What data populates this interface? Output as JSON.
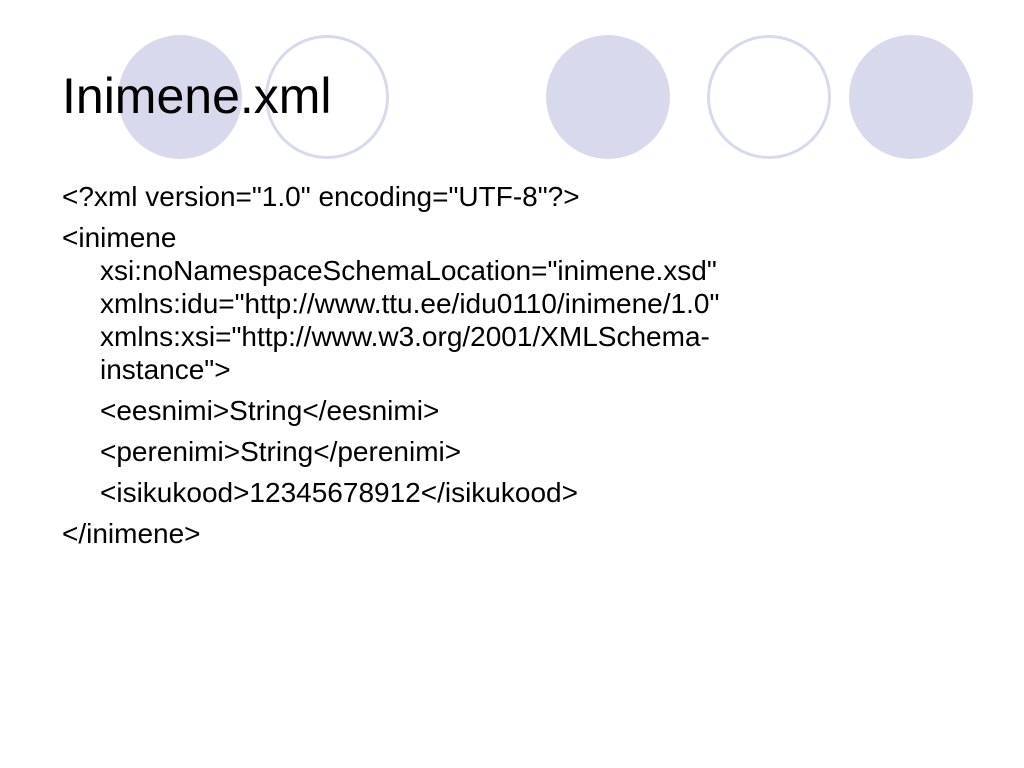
{
  "slide": {
    "title": "Inimene.xml",
    "lines": [
      "<?xml version=\"1.0\" encoding=\"UTF-8\"?>",
      "<inimene",
      "xsi:noNamespaceSchemaLocation=\"inimene.xsd\"",
      "xmlns:idu=\"http://www.ttu.ee/idu0110/inimene/1.0\"",
      "xmlns:xsi=\"http://www.w3.org/2001/XMLSchema-",
      "instance\">",
      "<eesnimi>String</eesnimi>",
      "<perenimi>String</perenimi>",
      "<isikukood>12345678912</isikukood>",
      "</inimene>"
    ]
  },
  "theme": {
    "circle_color": "#d9d9ee",
    "text_color": "#000000",
    "background": "#ffffff"
  }
}
